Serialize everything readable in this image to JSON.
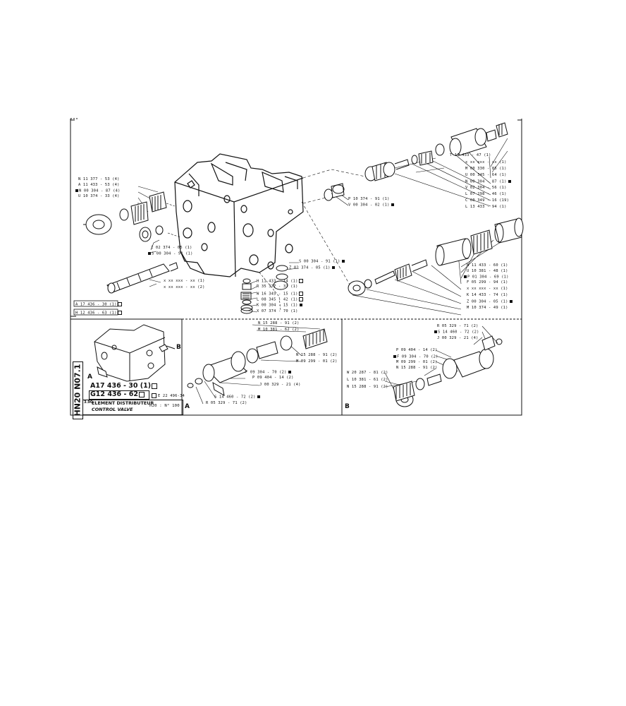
{
  "sheet": {
    "code_vertical": "HN20 N07.1",
    "ref_main": "A17 436 - 30 (1)",
    "ref_set": "G12 436 - 62",
    "ref_set_note": "E 22 496-34",
    "title_fr": "ELEMENT DISTRIBUTEUR",
    "title_en": "CONTROL VALVE",
    "title_model": "H20 : N° 100",
    "title_page": "3.90"
  },
  "overview": {
    "label_a": "A",
    "label_b": "B"
  },
  "sections": {
    "a": "A",
    "b": "B"
  },
  "labels_left": [
    "N 11 377 - 53 (4)",
    "A 11 433 - 53 (4)",
    "N 00 304 - 87 (4)",
    "U 10 374 - 33 (4)",
    "Z 02 374 - 05 (1)",
    "S 00 304 - 91 (1)"
  ],
  "labels_top_right": [
    "T 11 433 - 47 (1)",
    "x xx xxx - xx (1)",
    "M 00 330 - 85 (1)",
    "U 00 345 - 64 (1)",
    "N 00 304 - 87 (1)",
    "V 02 304 - 56 (1)",
    "L 07 298 - 46 (1)",
    "C 00 349 - 16 (19)",
    "L 13 433 - 94 (1)"
  ],
  "labels_plug": [
    "P 10 374 - 91 (1)",
    "V 00 304 - 02 (1)"
  ],
  "labels_mid_right": [
    "N 11 433 - 60 (1)",
    "U 10 381 - 48 (1)",
    "P 01 304 - 69 (1)",
    "F 05 299 - 94 (1)",
    "x xx xxx - xx (1)",
    "K 14 433 - 74 (1)",
    "Z 00 304 - 05 (1)",
    "M 10 374 - 49 (1)"
  ],
  "labels_spool": [
    "x xx xxx - xx (1)",
    "x xx xxx - xx (2)"
  ],
  "labels_center": [
    "S 00 304 - 91 (1)",
    "Z 02 374 - 05 (1)",
    "H 11 433 - 14 (1)",
    "R 35 377 - 37 (1)",
    "W 16 345 - 15 (1)",
    "L 08 345 - 42 (1)",
    "K 00 304 - 15 (1)",
    "X 07 374 - 70 (1)"
  ],
  "labels_ref_left": [
    "A 17 436 - 30 (1)",
    "H 12 436 - 63 (1)"
  ],
  "labels_section_a": [
    "N 15 288 - 91 (2)",
    "M 10 381 - 62 (2)",
    "N 15 288 - 91 (2)",
    "M 09 299 - 01 (2)",
    "F 09 304 - 70 (2)",
    "P 09 404 - 14 (2)",
    "J 00 329 - 21 (4)",
    "S 14 460 - 72 (2)",
    "R 05 329 - 71 (2)"
  ],
  "labels_section_b": [
    "R 05 329 - 71 (2)",
    "S 14 460 - 72 (2)",
    "J 00 329 - 21 (4)",
    "P 09 404 - 14 (2)",
    "F 09 304 - 70 (2)",
    "M 09 299 - 01 (2)",
    "N 15 288 - 91 (2)",
    "W 20 287 - 81 (2)",
    "L 10 381 - 61 (2)",
    "N 15 288 - 91 (2)"
  ]
}
